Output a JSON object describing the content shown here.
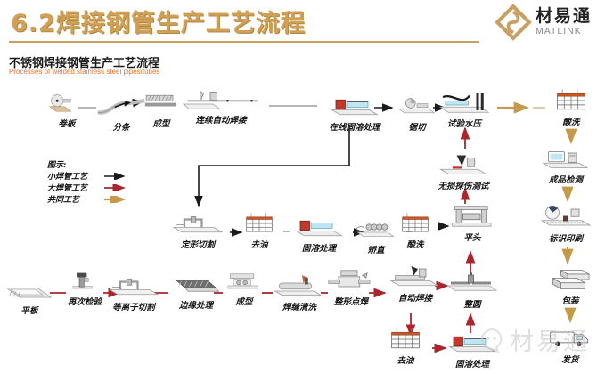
{
  "header": {
    "title": "6.2焊接钢管生产工艺流程",
    "logo_text": "材易通",
    "logo_subtext": "MATLINK"
  },
  "subtitle": {
    "zh": "不锈钢焊接钢管生产工艺流程",
    "en": "Processes of welded stainless steel pipes/tubes"
  },
  "legend": {
    "title": "图示:",
    "items": [
      {
        "label": "小焊管工艺",
        "color": "#1a1a1a"
      },
      {
        "label": "大焊管工艺",
        "color": "#a8262c"
      },
      {
        "label": "共同工艺",
        "color": "#c49a4a"
      }
    ]
  },
  "nodes": [
    {
      "label": "卷板"
    },
    {
      "label": "分条"
    },
    {
      "label": "成型"
    },
    {
      "label": "连续自动焊接"
    },
    {
      "label": "在线固溶处理"
    },
    {
      "label": "锯切"
    },
    {
      "label": "试验水压"
    },
    {
      "label": "酸洗"
    },
    {
      "label": "成品检测"
    },
    {
      "label": "标识印刷"
    },
    {
      "label": "包装"
    },
    {
      "label": "发货"
    },
    {
      "label": "无损探伤测试"
    },
    {
      "label": "定形切割"
    },
    {
      "label": "去油"
    },
    {
      "label": "固溶处理"
    },
    {
      "label": "矫直"
    },
    {
      "label": "酸洗"
    },
    {
      "label": "平头"
    },
    {
      "label": "平板"
    },
    {
      "label": "再次检验"
    },
    {
      "label": "等离子切割"
    },
    {
      "label": "边缘处理"
    },
    {
      "label": "成型"
    },
    {
      "label": "焊缝清洗"
    },
    {
      "label": "整形点焊"
    },
    {
      "label": "自动焊接"
    },
    {
      "label": "整圆"
    },
    {
      "label": "去油"
    },
    {
      "label": "固溶处理"
    }
  ],
  "routes": {
    "small_pipe_process": [
      "卷板",
      "分条",
      "成型",
      "连续自动焊接",
      "在线固溶处理",
      "锯切",
      "试验水压",
      "定形切割",
      "去油",
      "固溶处理",
      "矫直",
      "酸洗",
      "平头"
    ],
    "large_pipe_process": [
      "平板",
      "再次检验",
      "等离子切割",
      "边缘处理",
      "成型",
      "焊缝清洗",
      "整形点焊",
      "自动焊接",
      "去油",
      "固溶处理",
      "整圆",
      "平头",
      "无损探伤测试",
      "试验水压"
    ],
    "common_process": [
      "试验水压",
      "酸洗",
      "成品检测",
      "标识印刷",
      "包装",
      "发货"
    ]
  },
  "watermark": {
    "text": "材易通"
  },
  "colors": {
    "title_gold": "#cfa055",
    "accent_gold": "#c9a063",
    "subtitle_orange": "#e9732a",
    "arrow_small_pipe": "#1a1a1a",
    "arrow_large_pipe": "#a8262c",
    "arrow_common": "#c49a4a",
    "watermark_gray": "#c4c4c4"
  }
}
